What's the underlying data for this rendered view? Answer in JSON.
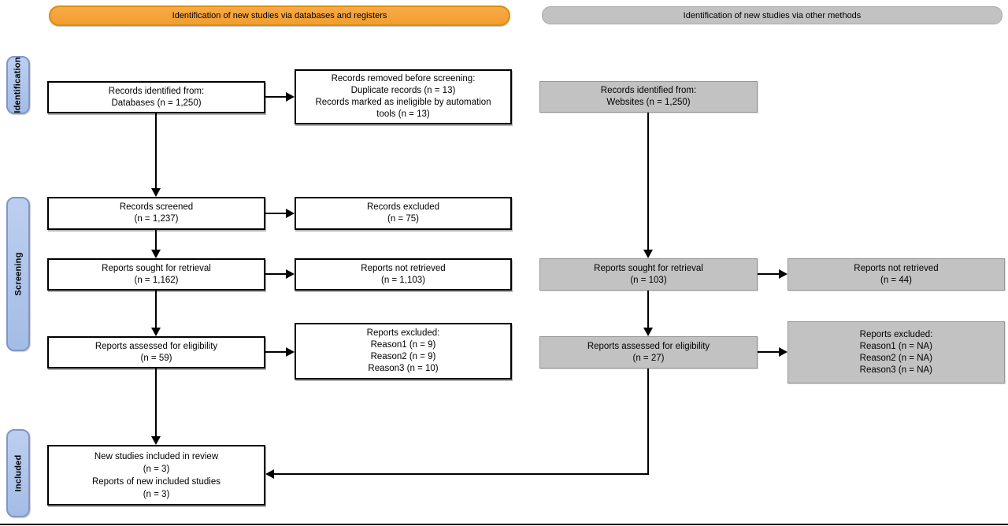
{
  "colors": {
    "orange_fill": "#F7AA48",
    "orange_fill2": "#F29E2F",
    "orange_border": "#DE8D08",
    "gray_fill": "#C2C2C2",
    "gray_border": "#A8A8A8",
    "gray_box_border": "#969696",
    "blue_fill": "#A4BCE6",
    "blue_fill_light": "#BDCFF0",
    "blue_border": "#7F96C8",
    "line_color": "#000000"
  },
  "headers": {
    "databases": {
      "label": "Identification of new studies via databases and registers"
    },
    "other": {
      "label": "Identification of new studies via other methods"
    }
  },
  "stages": {
    "identification": {
      "label": "Identification"
    },
    "screening": {
      "label": "Screening"
    },
    "included": {
      "label": "Included"
    }
  },
  "boxes": {
    "records_identified_databases": {
      "lines": [
        "Records identified from:",
        "Databases (n = 1,250)"
      ]
    },
    "records_removed": {
      "lines": [
        "Records removed before screening:",
        "Duplicate records (n = 13)",
        "Records marked as ineligible by automation",
        "tools (n = 13)"
      ]
    },
    "records_screened": {
      "lines": [
        "Records screened",
        "(n = 1,237)"
      ]
    },
    "records_excluded": {
      "lines": [
        "Records excluded",
        "(n = 75)"
      ]
    },
    "reports_sought_db": {
      "lines": [
        "Reports sought for retrieval",
        "(n = 1,162)"
      ]
    },
    "reports_not_retrieved_db": {
      "lines": [
        "Reports not retrieved",
        "(n = 1,103)"
      ]
    },
    "reports_assessed_db": {
      "lines": [
        "Reports assessed for eligibility",
        "(n = 59)"
      ]
    },
    "reports_excluded_db": {
      "lines": [
        "Reports excluded:",
        "Reason1 (n = 9)",
        "Reason2 (n = 9)",
        "Reason3 (n = 10)"
      ]
    },
    "new_studies_included": {
      "lines": [
        "New studies included in review",
        "(n = 3)",
        "Reports of new included studies",
        "(n = 3)"
      ]
    },
    "records_identified_websites": {
      "lines": [
        "Records identified from:",
        "Websites (n = 1,250)"
      ]
    },
    "reports_sought_other": {
      "lines": [
        "Reports sought for retrieval",
        "(n = 103)"
      ]
    },
    "reports_not_retrieved_other": {
      "lines": [
        "Reports not retrieved",
        "(n = 44)"
      ]
    },
    "reports_assessed_other": {
      "lines": [
        "Reports assessed for eligibility",
        "(n = 27)"
      ]
    },
    "reports_excluded_other": {
      "lines": [
        "Reports excluded:",
        "Reason1 (n = NA)",
        "Reason2 (n = NA)",
        "Reason3 (n = NA)"
      ]
    }
  }
}
